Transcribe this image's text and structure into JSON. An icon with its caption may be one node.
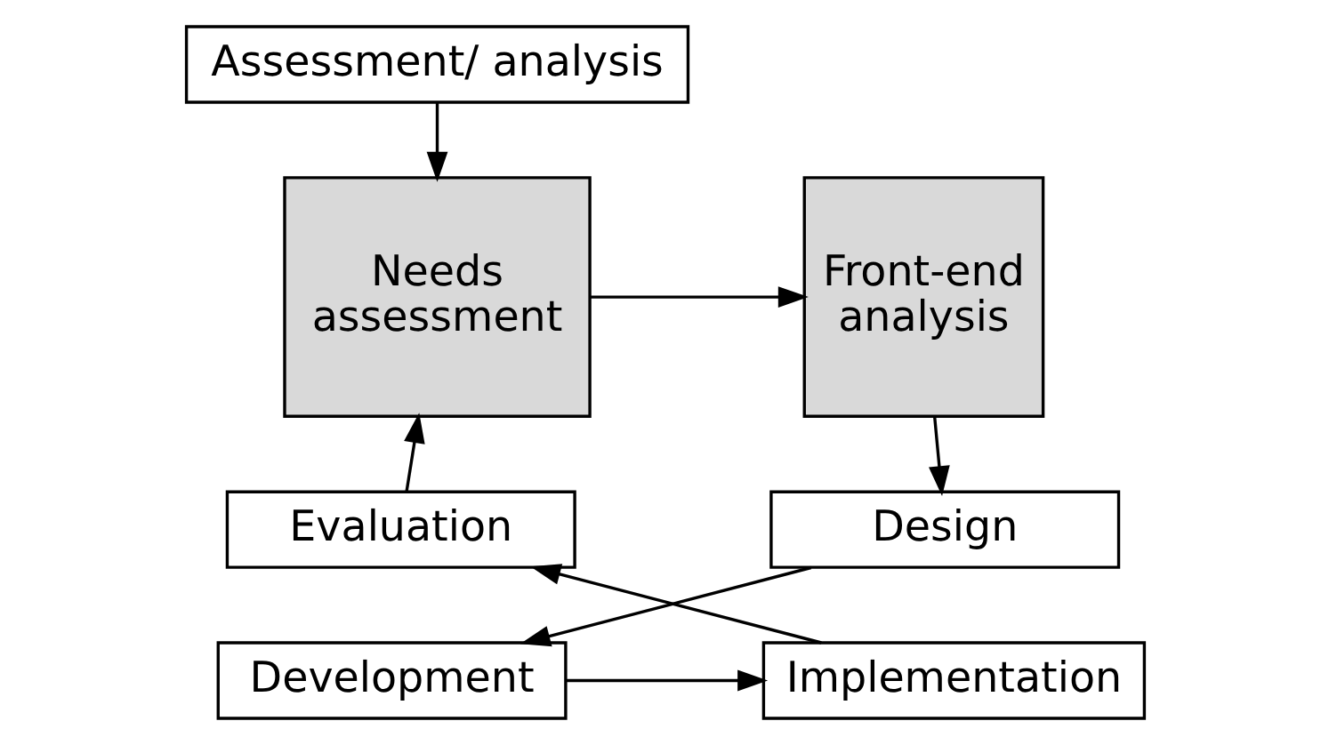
{
  "diagram": {
    "nodes": [
      {
        "text": [
          "Assessment/ analysis"
        ]
      },
      {
        "text": [
          "Needs assessment"
        ]
      },
      {
        "text": [
          "Front-end analysis"
        ]
      },
      {
        "text": [
          "Design"
        ]
      },
      {
        "text": [
          "Development"
        ]
      },
      {
        "text": [
          "Implementation"
        ]
      },
      {
        "text": [
          "Evaluation"
        ]
      }
    ],
    "edges": [
      {
        "from": 0,
        "to": 1,
        "arrow": "to"
      },
      {
        "from": 1,
        "to": 2,
        "arrow": "to"
      },
      {
        "from": 2,
        "to": 3,
        "arrow": "to"
      },
      {
        "from": 3,
        "to": 4,
        "arrow": "to"
      },
      {
        "from": 4,
        "to": 5,
        "arrow": "to"
      },
      {
        "from": 5,
        "to": 6,
        "arrow": "to"
      },
      {
        "from": 6,
        "to": 1,
        "arrow": "to"
      }
    ]
  }
}
